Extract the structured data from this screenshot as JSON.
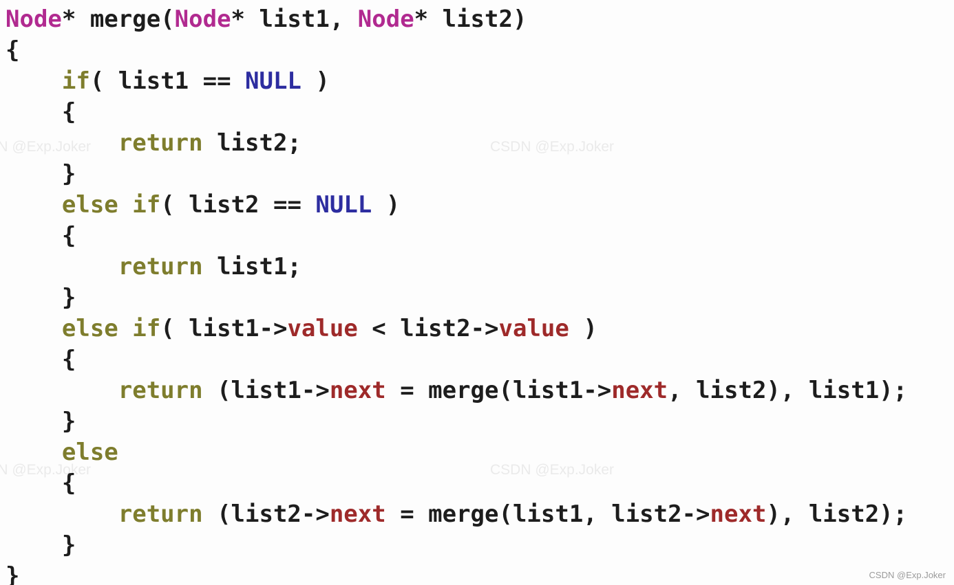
{
  "palette": {
    "plain": "#1d1d1d",
    "type": "#b12a90",
    "keyword": "#7e7d2d",
    "null": "#2d2da0",
    "member": "#9e2a2a",
    "watermark": "#9b9b9b"
  },
  "watermark": {
    "text": "CSDN @Exp.Joker"
  },
  "code": {
    "language": "cpp",
    "lines": [
      {
        "tokens": [
          {
            "t": "type",
            "s": "Node"
          },
          {
            "t": "plain",
            "s": "* merge("
          },
          {
            "t": "type",
            "s": "Node"
          },
          {
            "t": "plain",
            "s": "* list1, "
          },
          {
            "t": "type",
            "s": "Node"
          },
          {
            "t": "plain",
            "s": "* list2)"
          }
        ]
      },
      {
        "tokens": [
          {
            "t": "plain",
            "s": "{"
          }
        ]
      },
      {
        "tokens": [
          {
            "t": "plain",
            "s": "    "
          },
          {
            "t": "keyword",
            "s": "if"
          },
          {
            "t": "plain",
            "s": "( list1 == "
          },
          {
            "t": "null",
            "s": "NULL"
          },
          {
            "t": "plain",
            "s": " )"
          }
        ]
      },
      {
        "tokens": [
          {
            "t": "plain",
            "s": "    {"
          }
        ]
      },
      {
        "tokens": [
          {
            "t": "plain",
            "s": "        "
          },
          {
            "t": "keyword",
            "s": "return"
          },
          {
            "t": "plain",
            "s": " list2;"
          }
        ]
      },
      {
        "tokens": [
          {
            "t": "plain",
            "s": "    }"
          }
        ]
      },
      {
        "tokens": [
          {
            "t": "plain",
            "s": "    "
          },
          {
            "t": "keyword",
            "s": "else"
          },
          {
            "t": "plain",
            "s": " "
          },
          {
            "t": "keyword",
            "s": "if"
          },
          {
            "t": "plain",
            "s": "( list2 == "
          },
          {
            "t": "null",
            "s": "NULL"
          },
          {
            "t": "plain",
            "s": " )"
          }
        ]
      },
      {
        "tokens": [
          {
            "t": "plain",
            "s": "    {"
          }
        ]
      },
      {
        "tokens": [
          {
            "t": "plain",
            "s": "        "
          },
          {
            "t": "keyword",
            "s": "return"
          },
          {
            "t": "plain",
            "s": " list1;"
          }
        ]
      },
      {
        "tokens": [
          {
            "t": "plain",
            "s": "    }"
          }
        ]
      },
      {
        "tokens": [
          {
            "t": "plain",
            "s": "    "
          },
          {
            "t": "keyword",
            "s": "else"
          },
          {
            "t": "plain",
            "s": " "
          },
          {
            "t": "keyword",
            "s": "if"
          },
          {
            "t": "plain",
            "s": "( list1->"
          },
          {
            "t": "member",
            "s": "value"
          },
          {
            "t": "plain",
            "s": " < list2->"
          },
          {
            "t": "member",
            "s": "value"
          },
          {
            "t": "plain",
            "s": " )"
          }
        ]
      },
      {
        "tokens": [
          {
            "t": "plain",
            "s": "    {"
          }
        ]
      },
      {
        "tokens": [
          {
            "t": "plain",
            "s": "        "
          },
          {
            "t": "keyword",
            "s": "return"
          },
          {
            "t": "plain",
            "s": " (list1->"
          },
          {
            "t": "member",
            "s": "next"
          },
          {
            "t": "plain",
            "s": " = merge(list1->"
          },
          {
            "t": "member",
            "s": "next"
          },
          {
            "t": "plain",
            "s": ", list2), list1);"
          }
        ]
      },
      {
        "tokens": [
          {
            "t": "plain",
            "s": "    }"
          }
        ]
      },
      {
        "tokens": [
          {
            "t": "plain",
            "s": "    "
          },
          {
            "t": "keyword",
            "s": "else"
          }
        ]
      },
      {
        "tokens": [
          {
            "t": "plain",
            "s": "    {"
          }
        ]
      },
      {
        "tokens": [
          {
            "t": "plain",
            "s": "        "
          },
          {
            "t": "keyword",
            "s": "return"
          },
          {
            "t": "plain",
            "s": " (list2->"
          },
          {
            "t": "member",
            "s": "next"
          },
          {
            "t": "plain",
            "s": " = merge(list1, list2->"
          },
          {
            "t": "member",
            "s": "next"
          },
          {
            "t": "plain",
            "s": "), list2);"
          }
        ]
      },
      {
        "tokens": [
          {
            "t": "plain",
            "s": "    }"
          }
        ]
      },
      {
        "tokens": [
          {
            "t": "plain",
            "s": "}"
          }
        ]
      }
    ]
  }
}
